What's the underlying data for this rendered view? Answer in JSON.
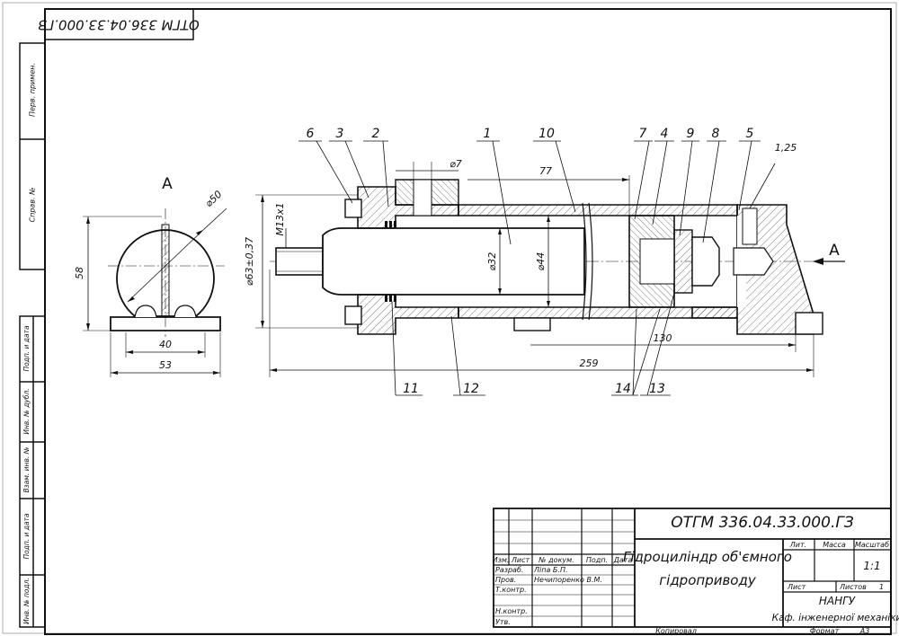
{
  "stamp": {
    "designation": "ОТГМ 336.04.33.000.ГЗ"
  },
  "margin": {
    "first_use": "Перв. примен.",
    "reference": "Справ. №",
    "sign_date_1": "Подп. и дата",
    "dup_inv": "Инв. № дубл.",
    "repl_inv": "Взам. инв. №",
    "sign_date_2": "Подп. и дата",
    "orig_inv": "Инв. № подл."
  },
  "views": {
    "a": {
      "label": "A",
      "dim_diameter": "⌀50",
      "dim_height": "58",
      "dim_width_inner": "40",
      "dim_width_outer": "53"
    },
    "section": {
      "dim_outer_dia": "⌀63±0,37",
      "dim_thread": "M13x1",
      "dim_rod_dia": "⌀32",
      "dim_bore_dia": "⌀44",
      "dim_port_dia": "⌀7",
      "dim_77": "77",
      "dim_130": "130",
      "dim_259": "259",
      "chamfer": "1,25"
    }
  },
  "callouts": [
    "6",
    "3",
    "2",
    "1",
    "10",
    "7",
    "4",
    "9",
    "8",
    "5",
    "11",
    "12",
    "14",
    "13"
  ],
  "title_block": {
    "designation": "ОТГМ 336.04.33.000.ГЗ",
    "title_line1": "Гідроциліндр об'ємного",
    "title_line2": "гідроприводу",
    "col_change": "Изм.",
    "col_sheet": "Лист",
    "col_doc_no": "№ докум.",
    "col_sign": "Подп.",
    "col_date": "Дата",
    "roles": [
      {
        "role": "Разраб.",
        "name": "Ліпа Б.П."
      },
      {
        "role": "Пров.",
        "name": "Нечипоренко В.М."
      },
      {
        "role": "Т.контр.",
        "name": ""
      },
      {
        "role": "Н.контр.",
        "name": ""
      },
      {
        "role": "Утв.",
        "name": ""
      }
    ],
    "col_letter": "Лит.",
    "col_mass": "Масса",
    "col_scale": "Масштаб",
    "scale": "1:1",
    "sheet_label": "Лист",
    "sheets_label": "Листов",
    "sheets_count": "1",
    "organization": "НАНГУ",
    "department": "Каф. інженерної механіки"
  },
  "footer": {
    "copied": "Копировал",
    "format_label": "Формат",
    "format": "А3"
  }
}
